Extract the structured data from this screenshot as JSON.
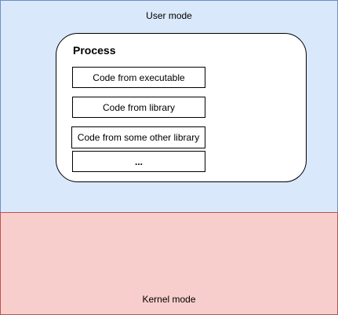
{
  "user_mode": {
    "label": "User mode",
    "fill": "#dae8fc",
    "stroke": "#6c8ebf"
  },
  "kernel_mode": {
    "label": "Kernel mode",
    "fill": "#f8cecc",
    "stroke": "#b85450"
  },
  "process": {
    "title": "Process",
    "items": [
      "Code from executable",
      "Code from library",
      "Code from some other library",
      "..."
    ]
  }
}
